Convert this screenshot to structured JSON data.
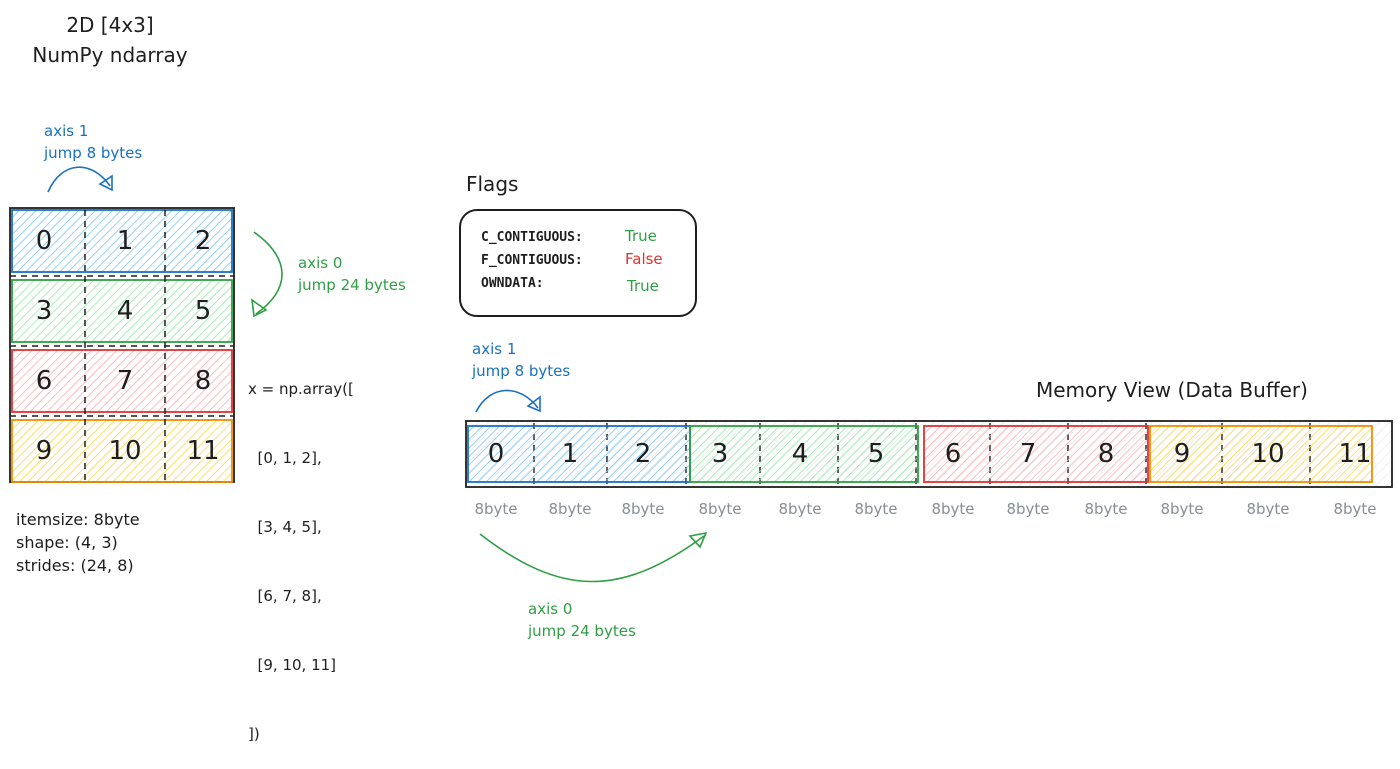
{
  "header": {
    "line1": "2D [4x3]",
    "line2": "NumPy ndarray"
  },
  "matrix": {
    "rows": [
      [
        "0",
        "1",
        "2"
      ],
      [
        "3",
        "4",
        "5"
      ],
      [
        "6",
        "7",
        "8"
      ],
      [
        "9",
        "10",
        "11"
      ]
    ],
    "row_colors": [
      "#1971c2",
      "#2f9e44",
      "#e03131",
      "#f08c00"
    ],
    "row_fills": [
      "#a5d8ff",
      "#b2f2bb",
      "#ffc9c9",
      "#ffec99"
    ]
  },
  "axis1_matrix": {
    "line1": "axis 1",
    "line2": "jump 8 bytes"
  },
  "axis0_matrix": {
    "line1": "axis 0",
    "line2": "jump 24 bytes"
  },
  "code": {
    "lines": [
      "x = np.array([",
      "  [0, 1, 2],",
      "  [3, 4, 5],",
      "  [6, 7, 8],",
      "  [9, 10, 11]",
      "])"
    ]
  },
  "props": {
    "itemsize": "itemsize: 8byte",
    "shape": "shape: (4, 3)",
    "strides": "strides: (24, 8)"
  },
  "flags": {
    "title": "Flags",
    "items": [
      {
        "key": "C_CONTIGUOUS:",
        "value": "True",
        "color": "#2f9e44"
      },
      {
        "key": "F_CONTIGUOUS:",
        "value": "False",
        "color": "#e03131"
      },
      {
        "key": "OWNDATA:",
        "value": "True",
        "color": "#2f9e44"
      }
    ]
  },
  "memory": {
    "title": "Memory View (Data Buffer)",
    "cells": [
      "0",
      "1",
      "2",
      "3",
      "4",
      "5",
      "6",
      "7",
      "8",
      "9",
      "10",
      "11"
    ],
    "byte_label": "8byte"
  },
  "axis1_memory": {
    "line1": "axis 1",
    "line2": "jump 8 bytes"
  },
  "axis0_memory": {
    "line1": "axis 0",
    "line2": "jump 24 bytes"
  }
}
